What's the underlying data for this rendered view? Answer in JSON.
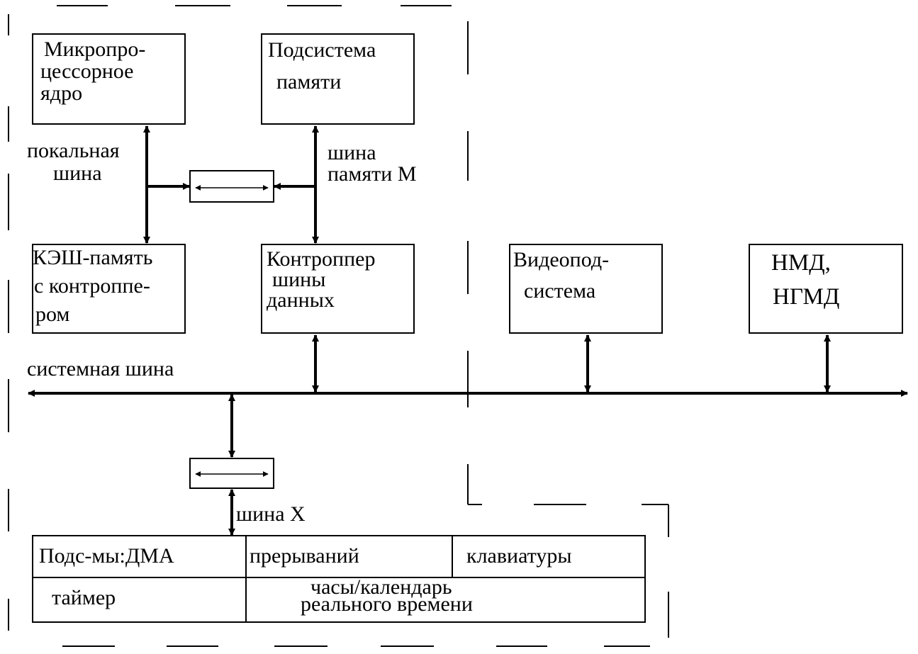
{
  "colors": {
    "stroke": "#000000",
    "background": "#ffffff"
  },
  "blocks": {
    "microprocessor_core": [
      "Микропро-",
      "цессорное",
      "ядро"
    ],
    "memory_subsystem": [
      "Подсистема",
      "памяти"
    ],
    "cache_memory": [
      "КЭШ-память",
      "с контроппе-",
      "ром"
    ],
    "data_bus_controller": [
      "Контроппер",
      "шины",
      "данных"
    ],
    "video_subsystem": [
      "Видеопод-",
      "система"
    ],
    "disk_drives": [
      "НМД,",
      "НГМД"
    ]
  },
  "buses": {
    "local_bus": [
      "покальная",
      "шина"
    ],
    "memory_bus": [
      "шина",
      "памяти М"
    ],
    "system_bus": "системная шина",
    "bus_x": "шина Х"
  },
  "peripheral_table": {
    "row1": [
      "Подс-мы:ДМА",
      "прерываний",
      "клавиатуры"
    ],
    "row2": [
      "таймер",
      "часы/календарь",
      "реального времени"
    ]
  }
}
